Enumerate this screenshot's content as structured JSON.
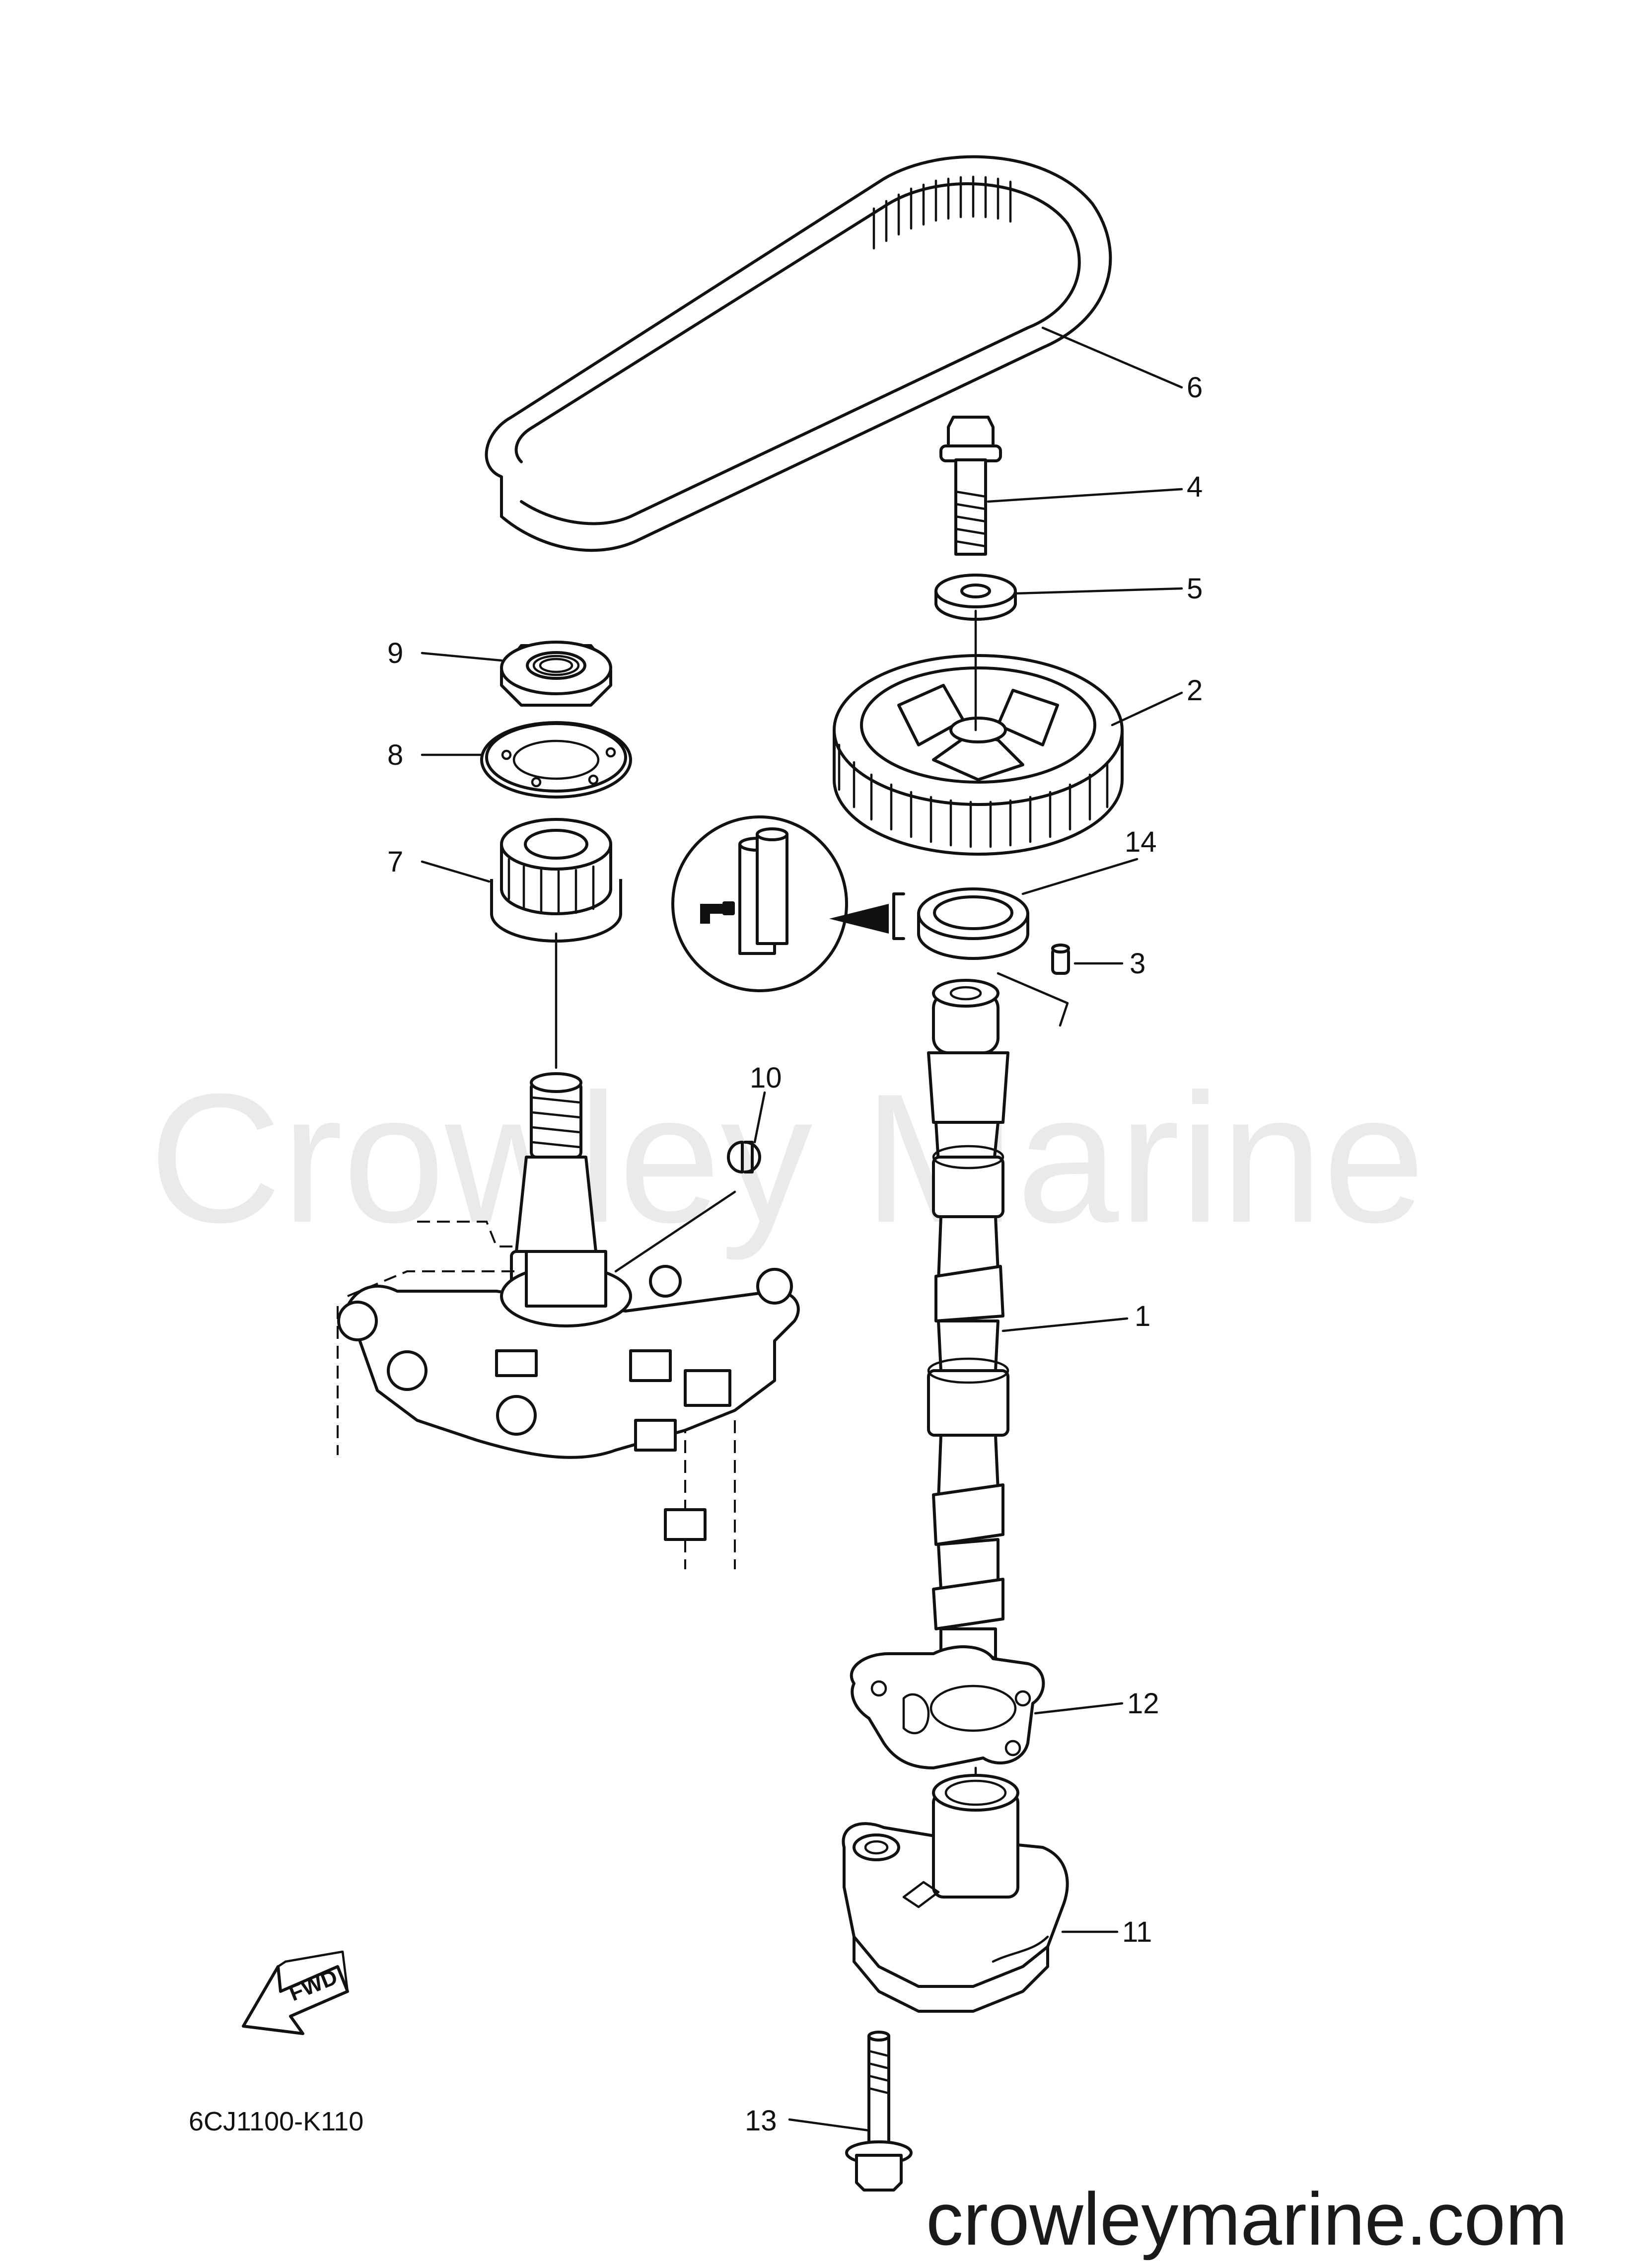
{
  "watermark": "Crowley Marine",
  "website": "crowleymarine.com",
  "diagram_code": "6CJ1100-K110",
  "fwd_label": "FWD",
  "callouts": {
    "c1": "1",
    "c2": "2",
    "c3": "3",
    "c4": "4",
    "c5": "5",
    "c6": "6",
    "c7": "7",
    "c8": "8",
    "c9": "9",
    "c10": "10",
    "c11": "11",
    "c12": "12",
    "c13": "13",
    "c14": "14"
  },
  "colors": {
    "line": "#111111",
    "watermark": "#eaeaea",
    "background": "#ffffff"
  }
}
